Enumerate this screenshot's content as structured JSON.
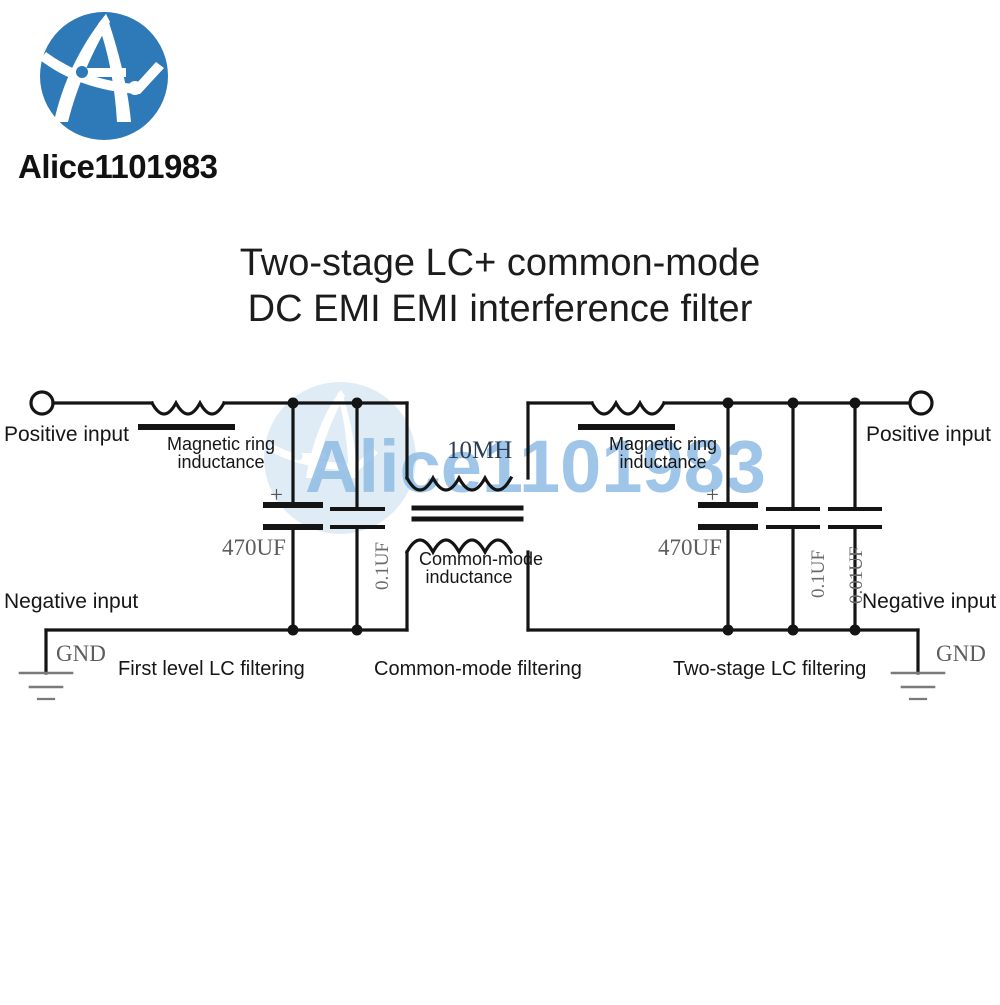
{
  "brand": {
    "name": "Alice1101983",
    "logo_icon": "alice-circuit-logo-icon",
    "logo_color": "#2e7ab8"
  },
  "title": {
    "line1": "Two-stage LC+ common-mode",
    "line2": "DC EMI EMI interference filter"
  },
  "watermark": {
    "text": "Alice1101983",
    "color": "#8fbde4"
  },
  "schematic": {
    "left_stage": {
      "terminal_positive_label": "Positive input",
      "terminal_negative_label": "Negative input",
      "inductor_label_line1": "Magnetic ring",
      "inductor_label_line2": "inductance",
      "cap_electrolytic_value": "470UF",
      "cap_electrolytic_polarity": "+",
      "cap_film_value": "0.1UF",
      "ground_label": "GND",
      "caption": "First level LC filtering"
    },
    "middle_stage": {
      "choke_value": "10MH",
      "choke_label_line1": "Common-mode",
      "choke_label_line2": "inductance",
      "caption": "Common-mode filtering"
    },
    "right_stage": {
      "terminal_positive_label": "Positive input",
      "terminal_negative_label": "Negative input",
      "inductor_label_line1": "Magnetic ring",
      "inductor_label_line2": "inductance",
      "cap_electrolytic_value": "470UF",
      "cap_electrolytic_polarity": "+",
      "cap_film_1_value": "0.1UF",
      "cap_film_2_value": "0.01UF",
      "ground_label": "GND",
      "caption": "Two-stage LC filtering"
    }
  }
}
